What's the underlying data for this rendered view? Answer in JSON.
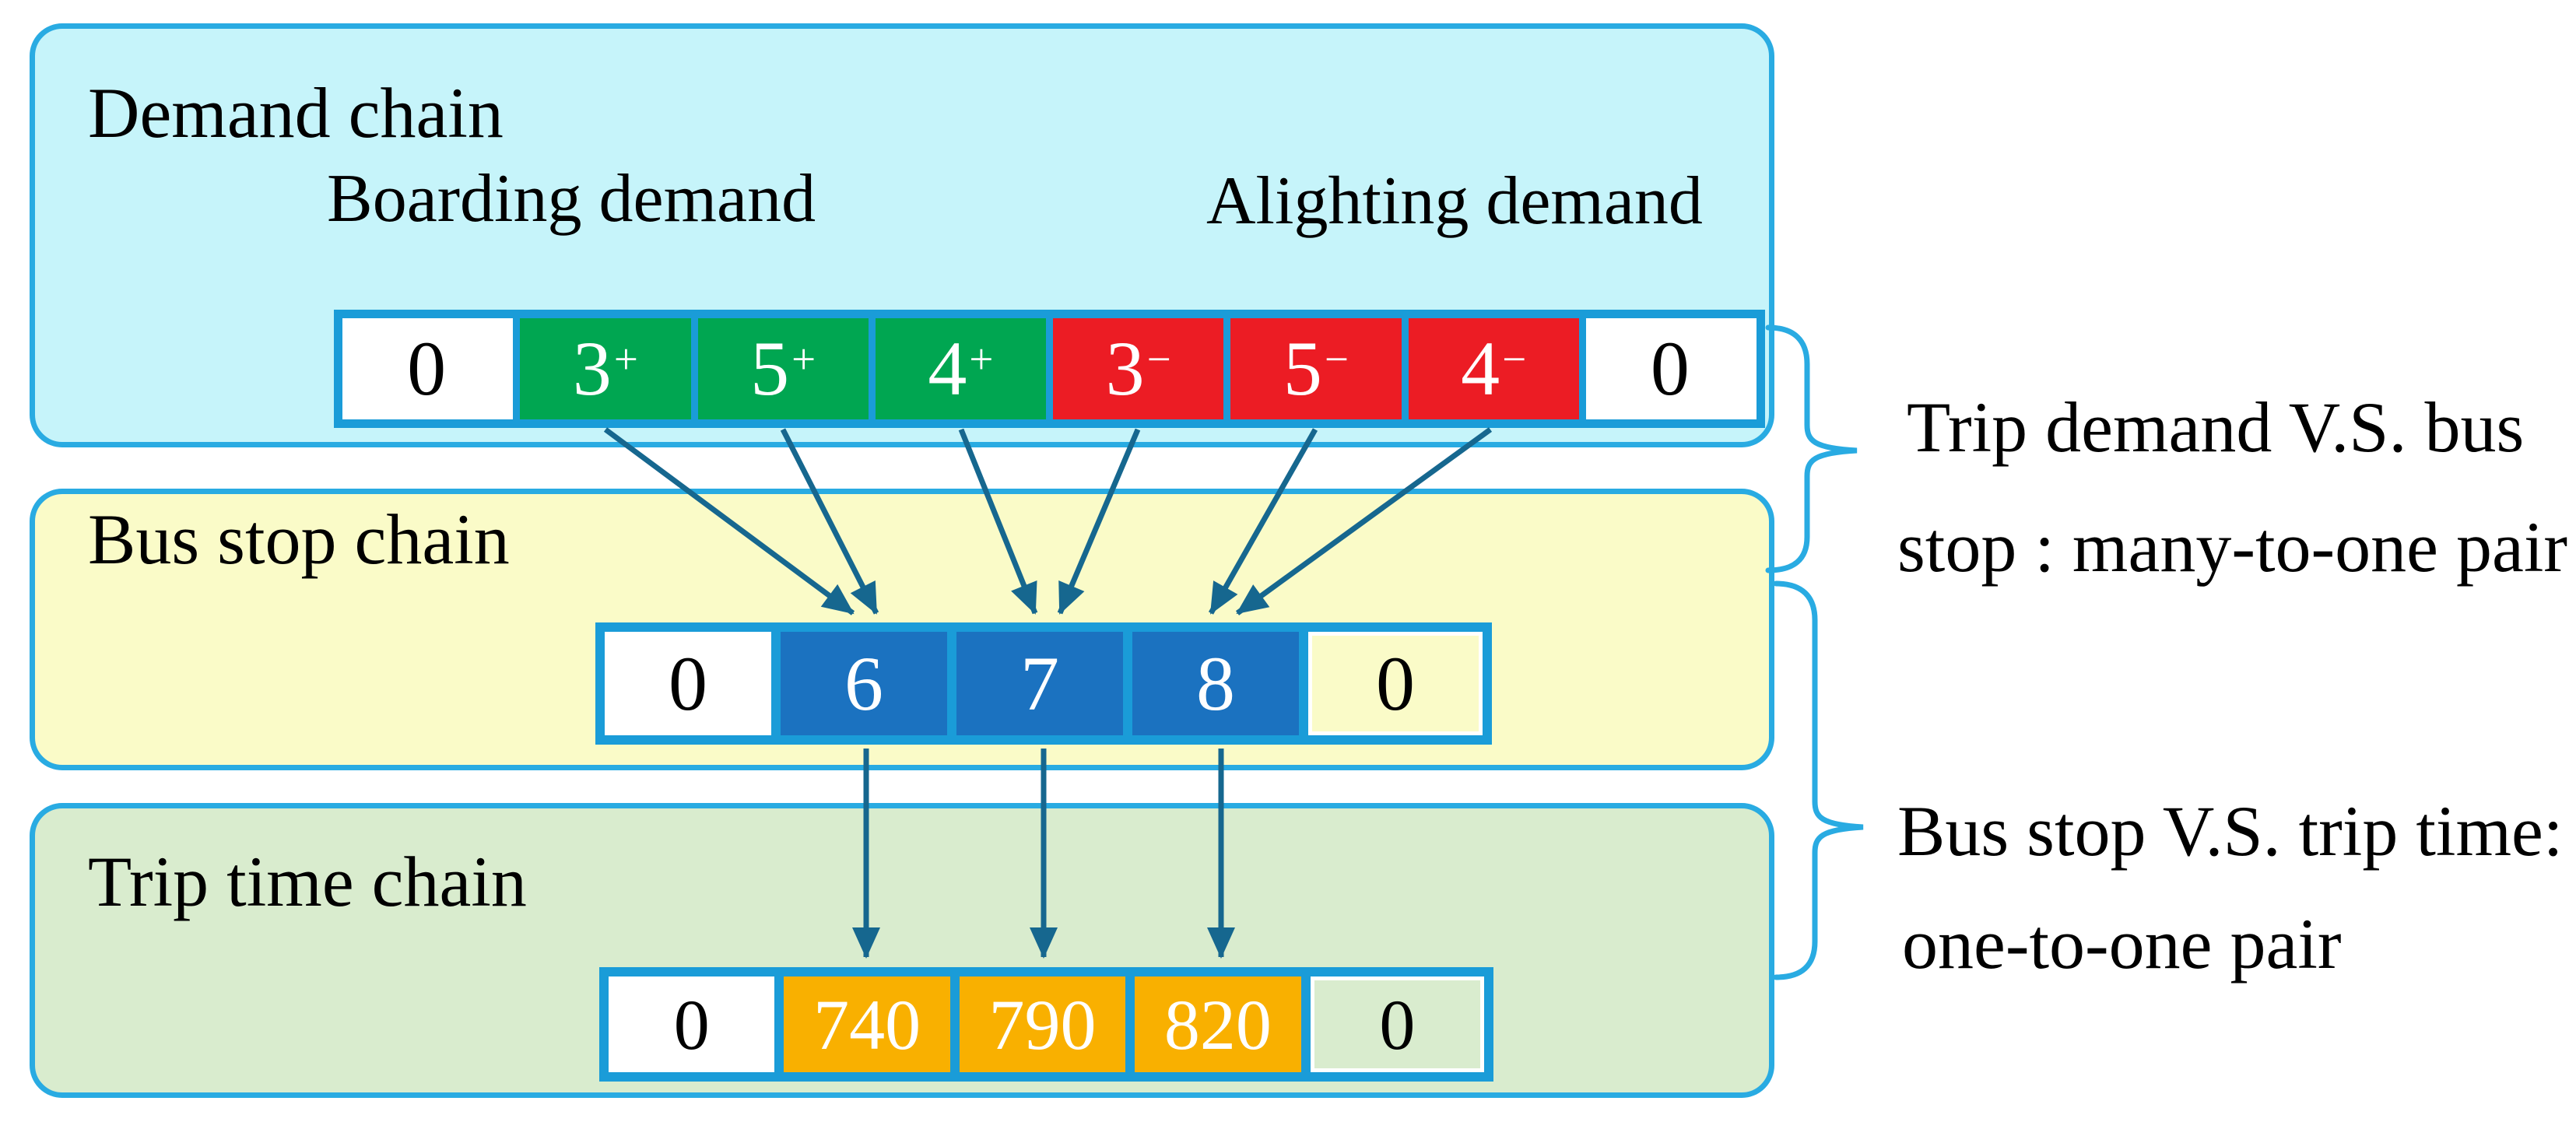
{
  "colors": {
    "box_border": "#29abe2",
    "demand_fill": "#c6f4fa",
    "bus_fill": "#fafbc8",
    "trip_fill": "#d9ecce",
    "row_frame": "#1a9cd8",
    "boarding_cell": "#00a651",
    "alighting_cell": "#ec1c24",
    "bus_cell": "#1b72c0",
    "trip_cell": "#f9b000",
    "arrow": "#16678f",
    "brace": "#29abe2"
  },
  "demand_chain": {
    "title": "Demand chain",
    "boarding_label": "Boarding demand",
    "alighting_label": "Alighting demand",
    "cells": [
      {
        "value": "0",
        "sign": ""
      },
      {
        "value": "3",
        "sign": "+"
      },
      {
        "value": "5",
        "sign": "+"
      },
      {
        "value": "4",
        "sign": "+"
      },
      {
        "value": "3",
        "sign": "−"
      },
      {
        "value": "5",
        "sign": "−"
      },
      {
        "value": "4",
        "sign": "−"
      },
      {
        "value": "0",
        "sign": ""
      }
    ]
  },
  "bus_stop_chain": {
    "title": "Bus stop chain",
    "cells": [
      {
        "value": "0"
      },
      {
        "value": "6"
      },
      {
        "value": "7"
      },
      {
        "value": "8"
      },
      {
        "value": "0"
      }
    ]
  },
  "trip_time_chain": {
    "title": "Trip time chain",
    "cells": [
      {
        "value": "0"
      },
      {
        "value": "740"
      },
      {
        "value": "790"
      },
      {
        "value": "820"
      },
      {
        "value": "0"
      }
    ]
  },
  "annotations": {
    "demand_vs_stop_line1": "Trip demand V.S. bus",
    "demand_vs_stop_line2": "stop : many-to-one pair",
    "stop_vs_time_line1": "Bus stop V.S. trip time:",
    "stop_vs_time_line2": "one-to-one pair"
  },
  "relations": {
    "demand_to_stop": [
      [
        "3+",
        "6"
      ],
      [
        "5+",
        "6"
      ],
      [
        "4+",
        "7"
      ],
      [
        "3−",
        "7"
      ],
      [
        "5−",
        "8"
      ],
      [
        "4−",
        "8"
      ]
    ],
    "stop_to_time": [
      [
        "6",
        "740"
      ],
      [
        "7",
        "790"
      ],
      [
        "8",
        "820"
      ]
    ]
  }
}
